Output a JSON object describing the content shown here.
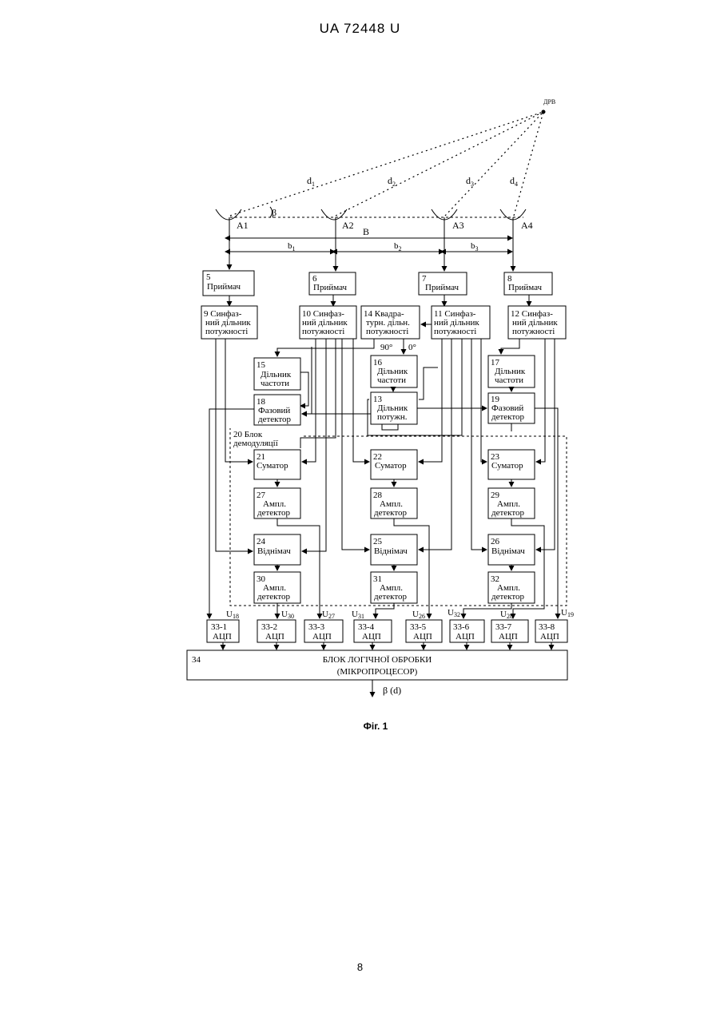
{
  "header": "UA   72448   U",
  "page_number": "8",
  "figure_caption": "Фіг. 1",
  "source": "ДРВ",
  "distances": [
    "d",
    "d",
    "d",
    "d"
  ],
  "distance_subs": [
    "1",
    "2",
    "3",
    "4"
  ],
  "angle": "β",
  "antennas": [
    "A1",
    "A2",
    "A3",
    "A4"
  ],
  "baseline": "B",
  "bases": [
    "b",
    "b",
    "b"
  ],
  "base_subs": [
    "1",
    "2",
    "3"
  ],
  "receivers": [
    {
      "num": "5",
      "name": "Приймач"
    },
    {
      "num": "6",
      "name": "Приймач"
    },
    {
      "num": "7",
      "name": "Приймач"
    },
    {
      "num": "8",
      "name": "Приймач"
    }
  ],
  "dividers": [
    {
      "l1": "9  Синфаз-",
      "l2": "ний дільник",
      "l3": "потужності"
    },
    {
      "l1": "10  Синфаз-",
      "l2": "ний дільник",
      "l3": "потужності"
    },
    {
      "l1": "14 Квадра-",
      "l2": "турн. дільн.",
      "l3": "потужності"
    },
    {
      "l1": "11  Синфаз-",
      "l2": "ний дільник",
      "l3": "потужності"
    },
    {
      "l1": "12  Синфаз-",
      "l2": "ний дільник",
      "l3": "потужності"
    }
  ],
  "phase_labels": [
    "90°",
    "0°"
  ],
  "freq_dividers": [
    {
      "num": "15",
      "l1": "Дільник",
      "l2": "частоти"
    },
    {
      "num": "16",
      "l1": "Дільник",
      "l2": "частоти"
    },
    {
      "num": "17",
      "l1": "Дільник",
      "l2": "частоти"
    }
  ],
  "power_divider": {
    "num": "13",
    "l1": "Дільник",
    "l2": "потужн."
  },
  "phase_detectors": [
    {
      "num": "18",
      "l1": "Фазовий",
      "l2": "детектор"
    },
    {
      "num": "19",
      "l1": "Фазовий",
      "l2": "детектор"
    }
  ],
  "demod_block": {
    "l1": "20 Блок",
    "l2": "демодуляції"
  },
  "adders": [
    {
      "num": "21",
      "name": "Суматор"
    },
    {
      "num": "22",
      "name": "Суматор"
    },
    {
      "num": "23",
      "name": "Суматор"
    }
  ],
  "amp_detectors_top": [
    {
      "num": "27",
      "l1": "Ампл.",
      "l2": "детектор"
    },
    {
      "num": "28",
      "l1": "Ампл.",
      "l2": "детектор"
    },
    {
      "num": "29",
      "l1": "Ампл.",
      "l2": "детектор"
    }
  ],
  "subtractors": [
    {
      "num": "24",
      "name": "Віднімач"
    },
    {
      "num": "25",
      "name": "Віднімач"
    },
    {
      "num": "26",
      "name": "Віднімач"
    }
  ],
  "amp_detectors_bottom": [
    {
      "num": "30",
      "l1": "Ампл.",
      "l2": "детектор"
    },
    {
      "num": "31",
      "l1": "Ампл.",
      "l2": "детектор"
    },
    {
      "num": "32",
      "l1": "Ампл.",
      "l2": "детектор"
    }
  ],
  "voltages": [
    {
      "v": "U",
      "s": "18"
    },
    {
      "v": "U",
      "s": "30"
    },
    {
      "v": "U",
      "s": "27"
    },
    {
      "v": "U",
      "s": "31"
    },
    {
      "v": "U",
      "s": "26"
    },
    {
      "v": "U",
      "s": "32"
    },
    {
      "v": "U",
      "s": "28"
    },
    {
      "v": "U",
      "s": "19"
    }
  ],
  "adcs": [
    {
      "num": "33-1",
      "name": "АЦП"
    },
    {
      "num": "33-2",
      "name": "АЦП"
    },
    {
      "num": "33-3",
      "name": "АЦП"
    },
    {
      "num": "33-4",
      "name": "АЦП"
    },
    {
      "num": "33-5",
      "name": "АЦП"
    },
    {
      "num": "33-6",
      "name": "АЦП"
    },
    {
      "num": "33-7",
      "name": "АЦП"
    },
    {
      "num": "33-8",
      "name": "АЦП"
    }
  ],
  "logic_block": {
    "num": "34",
    "l1": "БЛОК ЛОГІЧНОЇ ОБРОБКИ",
    "l2": "(МІКРОПРОЦЕСОР)"
  },
  "output": "β (d)"
}
